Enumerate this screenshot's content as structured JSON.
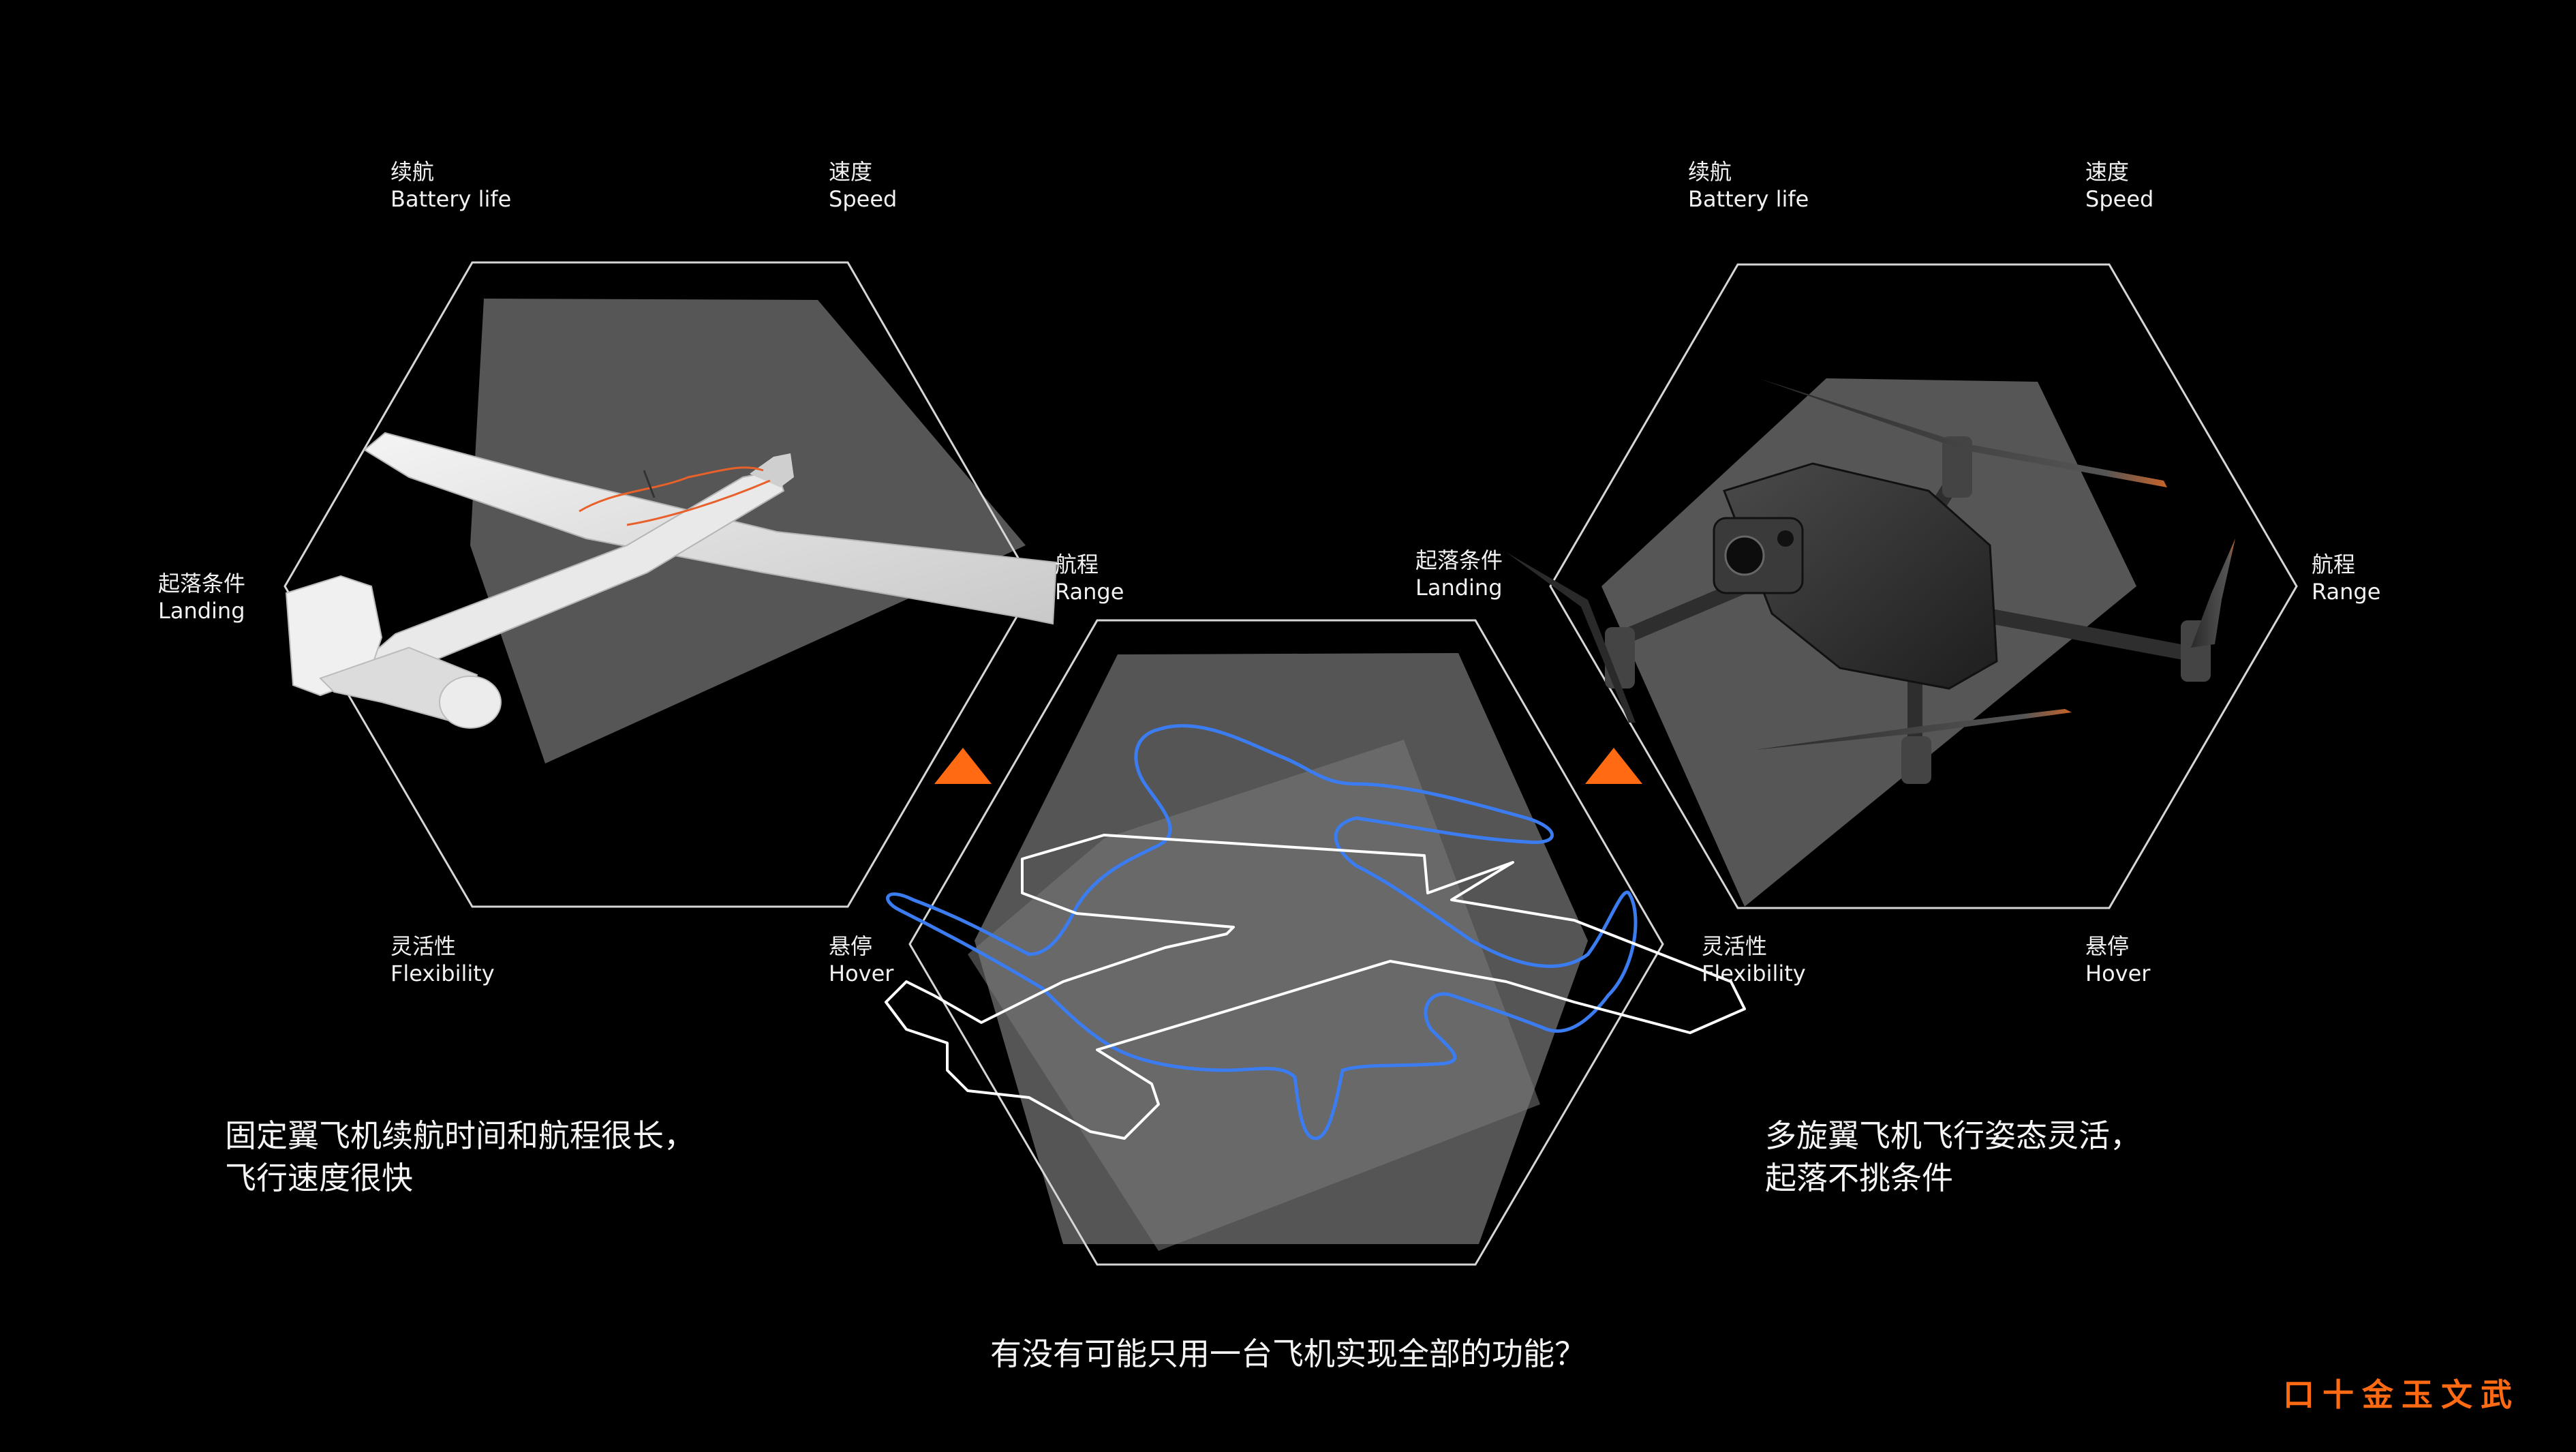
{
  "left_chart": {
    "labels": {
      "battery": {
        "cn": "续航",
        "en": "Battery life"
      },
      "speed": {
        "cn": "速度",
        "en": "Speed"
      },
      "range": {
        "cn": "航程",
        "en": "Range"
      },
      "hover": {
        "cn": "悬停",
        "en": "Hover"
      },
      "flexibility": {
        "cn": "灵活性",
        "en": "Flexibility"
      },
      "landing": {
        "cn": "起落条件",
        "en": "Landing"
      }
    },
    "description": [
      "固定翼飞机续航时间和航程很长，",
      "飞行速度很快"
    ]
  },
  "right_chart": {
    "labels": {
      "battery": {
        "cn": "续航",
        "en": "Battery life"
      },
      "speed": {
        "cn": "速度",
        "en": "Speed"
      },
      "range": {
        "cn": "航程",
        "en": "Range"
      },
      "hover": {
        "cn": "悬停",
        "en": "Hover"
      },
      "flexibility": {
        "cn": "灵活性",
        "en": "Flexibility"
      },
      "landing": {
        "cn": "起落条件",
        "en": "Landing"
      }
    },
    "description": [
      "多旋翼飞机飞行姿态灵活，",
      "起落不挑条件"
    ]
  },
  "question": "有没有可能只用一台飞机实现全部的功能？",
  "logo": "口十金玉文武",
  "colors": {
    "background": "#000000",
    "accent": "#ff6a13",
    "hex_outline": "#d9d9d9",
    "area_fill": "#5a5a5a",
    "blue_outline": "#3b7cf0"
  }
}
